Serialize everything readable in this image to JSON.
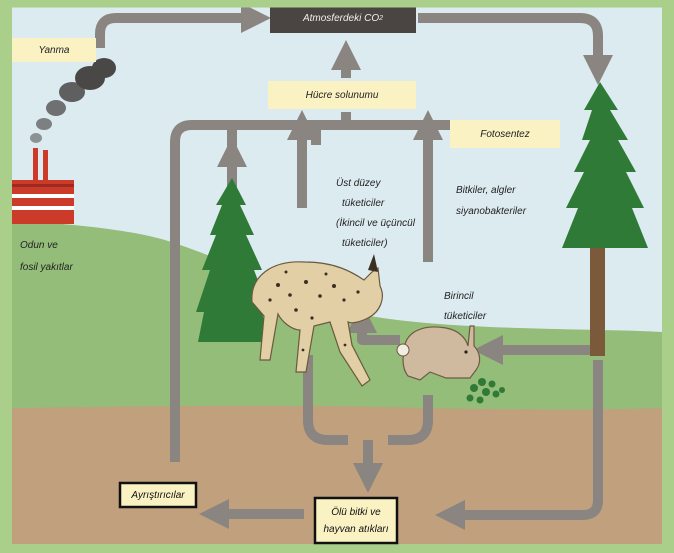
{
  "labels": {
    "atmosphere_co2": "Atmosferdeki CO",
    "atmosphere_sub": "2",
    "burning": "Yanma",
    "cell_respiration": "Hücre solunumu",
    "photosynthesis": "Fotosentez",
    "wood_fuel_1": "Odun ve",
    "wood_fuel_2": "fosil yakıtlar",
    "plants_1": "Bitkiler, algler",
    "plants_2": "siyanobakteriler",
    "higher_1": "Üst düzey",
    "higher_2": "tüketiciler",
    "higher_3": "(İkincil ve üçüncül",
    "higher_4": "tüketiciler)",
    "primary_1": "Birincil",
    "primary_2": "tüketiciler",
    "decomposers": "Ayrıştırıcılar",
    "dead_1": "Ölü bitki ve",
    "dead_2": "hayvan atıkları"
  },
  "colors": {
    "border": "#a9cf8b",
    "sky": "#dcebf0",
    "hill": "#93bd79",
    "soil": "#c1a07d",
    "arrow": "#8a8580",
    "atmosphere_box": "#4a4443",
    "label_box": "#fbf2c4",
    "factory": "#cc3a2a",
    "tree": "#2f7a36",
    "lynx": "#e2cfa6",
    "rabbit": "#cfbaa0"
  }
}
